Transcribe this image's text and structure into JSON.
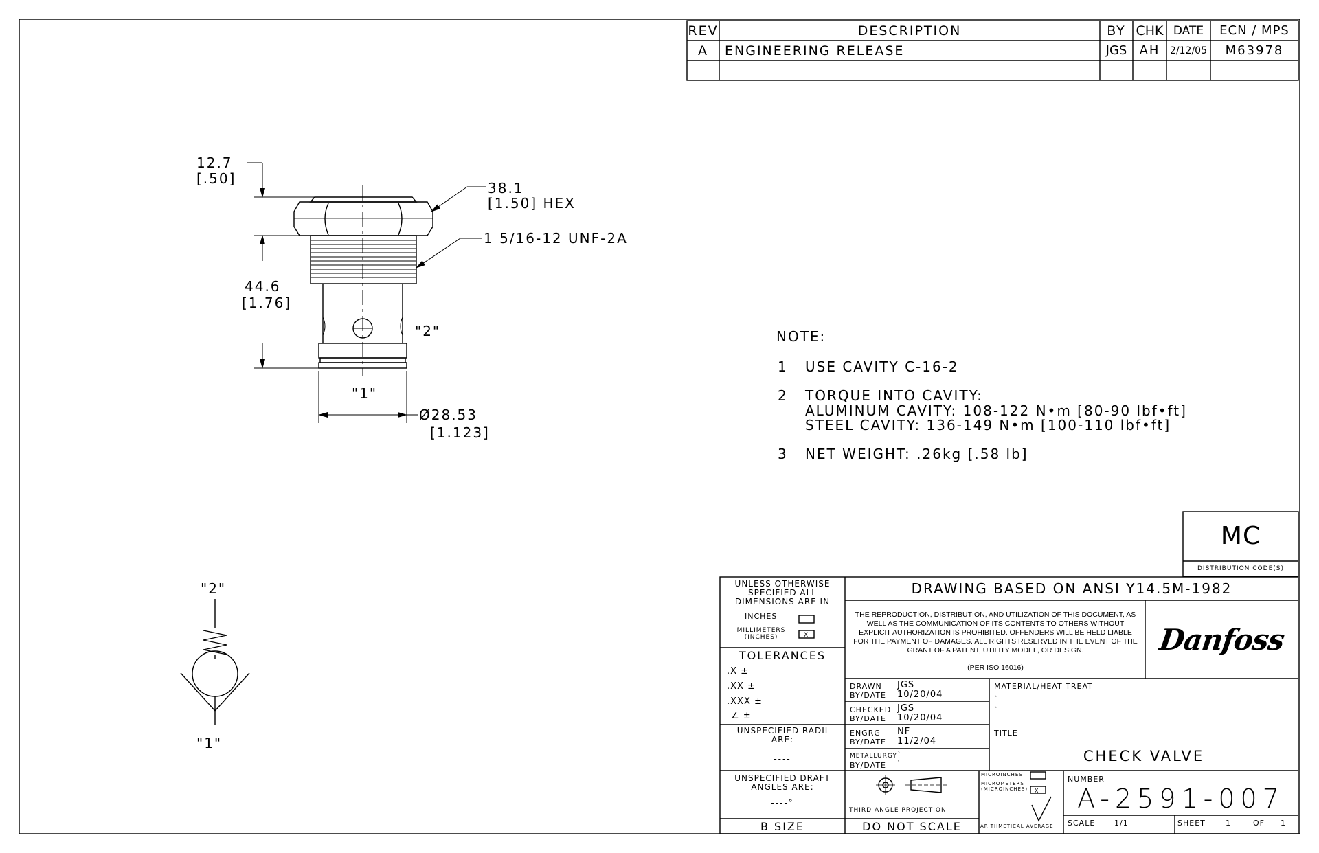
{
  "revision_table": {
    "headers": {
      "rev": "REV",
      "description": "DESCRIPTION",
      "by": "BY",
      "chk": "CHK",
      "date": "DATE",
      "ecn": "ECN / MPS"
    },
    "rows": [
      {
        "rev": "A",
        "description": "ENGINEERING RELEASE",
        "by": "JGS",
        "chk": "AH",
        "date": "2/12/05",
        "ecn": "M63978"
      }
    ]
  },
  "dimensions": {
    "hex_height_mm": "12.7",
    "hex_height_in": "[.50]",
    "hex_size_mm": "38.1",
    "hex_size_in": "[1.50] HEX",
    "thread": "1 5/16-12 UNF-2A",
    "length_mm": "44.6",
    "length_in": "[1.76]",
    "port2_label": "\"2\"",
    "port1_label": "\"1\"",
    "diameter_mm": "Ø28.53",
    "diameter_in": "[1.123]"
  },
  "schematic": {
    "top_label": "\"2\"",
    "bottom_label": "\"1\""
  },
  "notes": {
    "heading": "NOTE:",
    "items": [
      {
        "num": "1",
        "lines": [
          "USE CAVITY C-16-2"
        ]
      },
      {
        "num": "2",
        "lines": [
          "TORQUE INTO CAVITY:",
          "ALUMINUM CAVITY: 108-122 N•m [80-90 lbf•ft]",
          "STEEL CAVITY: 136-149 N•m [100-110 lbf•ft]"
        ]
      },
      {
        "num": "3",
        "lines": [
          "NET WEIGHT: .26kg [.58 lb]"
        ]
      }
    ]
  },
  "distribution": {
    "code": "MC",
    "label": "DISTRIBUTION CODE(S)"
  },
  "title_block": {
    "units_heading": "UNLESS OTHERWISE SPECIFIED ALL DIMENSIONS ARE IN",
    "units_inches": "INCHES",
    "units_mm": "MILLIMETERS (INCHES)",
    "units_mark": "X",
    "tolerances_heading": "TOLERANCES",
    "tol_x": ".X ±",
    "tol_xx": ".XX ±",
    "tol_xxx": ".XXX ±",
    "tol_angle": "∠ ±",
    "radii_heading": "UNSPECIFIED RADII ARE:",
    "radii_value": "----",
    "draft_heading": "UNSPECIFIED DRAFT ANGLES ARE:",
    "draft_value": "----°",
    "size": "B SIZE",
    "standard": "DRAWING BASED ON ANSI Y14.5M-1982",
    "notice": "THE REPRODUCTION, DISTRIBUTION, AND UTILIZATION OF THIS DOCUMENT, AS WELL AS THE COMMUNICATION OF ITS CONTENTS TO OTHERS WITHOUT EXPLICIT AUTHORIZATION IS PROHIBITED. OFFENDERS WILL BE HELD LIABLE FOR THE PAYMENT OF DAMAGES. ALL RIGHTS RESERVED IN THE EVENT OF THE GRANT OF A PATENT, UTILITY MODEL, OR DESIGN.",
    "notice_iso": "(PER ISO 16016)",
    "logo": "Danfoss",
    "drawn_label": "DRAWN",
    "drawn_by": "JGS",
    "drawn_bydate_label": "BY/DATE",
    "drawn_date": "10/20/04",
    "checked_label": "CHECKED",
    "checked_by": "JGS",
    "checked_bydate_label": "BY/DATE",
    "checked_date": "10/20/04",
    "engrg_label": "ENGRG",
    "engrg_by": "NF",
    "engrg_bydate_label": "BY/DATE",
    "engrg_date": "11/2/04",
    "metallurgy_label": "METALLURGY",
    "metallurgy_value": "`",
    "metallurgy_bydate_label": "BY/DATE",
    "metallurgy_date": "`",
    "material_label": "MATERIAL/HEAT TREAT",
    "material_line1": "`",
    "material_line2": "`",
    "title_label": "TITLE",
    "title": "CHECK VALVE",
    "projection": "THIRD ANGLE PROJECTION",
    "microinches": "MICROINCHES",
    "micrometers": "MICROMETERS (MICROINCHES)",
    "surface_mark": "X",
    "arithmetical": "ARITHMETICAL AVERAGE",
    "number_label": "NUMBER",
    "number": "A-2591-007",
    "scale_label": "SCALE",
    "scale": "1/1",
    "sheet_label": "SHEET",
    "sheet": "1",
    "of_label": "OF",
    "of": "1",
    "do_not_scale": "DO NOT SCALE"
  }
}
